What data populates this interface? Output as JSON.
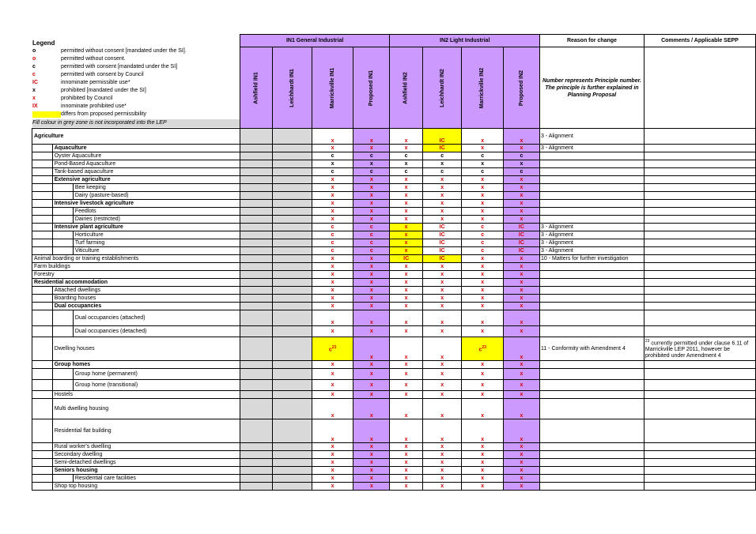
{
  "legend": {
    "title": "Legend",
    "items": [
      {
        "sym": "o",
        "text": "permitted without consent [mandated under the SI].",
        "red": false
      },
      {
        "sym": "o",
        "text": "permitted without consent.",
        "red": true
      },
      {
        "sym": "c",
        "text": "permitted with consent [mandated under the SI]",
        "red": false
      },
      {
        "sym": "c",
        "text": "permitted with consent by Council",
        "red": true
      },
      {
        "sym": "IC",
        "text": "innominate permissible use*",
        "red": true
      },
      {
        "sym": "x",
        "text": "prohibited [mandated under the SI]",
        "red": false
      },
      {
        "sym": "x",
        "text": "prohibited by Council",
        "red": true
      },
      {
        "sym": "IX",
        "text": "innominate prohibited use*",
        "red": true
      },
      {
        "sym": "",
        "text": "differs from proposed permissibility",
        "red": false
      }
    ],
    "note": "Fill colour in grey zone is not incorporated into the LEP"
  },
  "header": {
    "in1": "IN1 General Industrial",
    "in2": "IN2 Light Industrial",
    "reason": "Reason for change",
    "comments": "Comments  / Applicable SEPP",
    "reason_note": "Number represents Principle number. The principle is further explained in Planning Proposal",
    "cols": [
      "Ashfield IN1",
      "Leichhardt IN1",
      "Marrickville IN1",
      "Proposed IN1",
      "Ashfield IN2",
      "Leichhardt IN2",
      "Marrickville IN2",
      "Proposed IN2"
    ]
  },
  "rows": [
    {
      "l1": "Agriculture",
      "b": true,
      "cells": [
        "",
        "",
        "x",
        "x",
        "x",
        "IC",
        "x",
        "x"
      ],
      "hl": [
        5
      ],
      "reason": "3 -  Alignment",
      "comment": "",
      "h": 20
    },
    {
      "l2": "Aquaculture",
      "b": true,
      "cells": [
        "",
        "",
        "x",
        "x",
        "x",
        "IC",
        "x",
        "x"
      ],
      "hl": [
        5
      ],
      "reason": "3 -  Alignment",
      "comment": "",
      "h": 10
    },
    {
      "l2": "Oyster Aquaculture",
      "cells": [
        "",
        "",
        "c",
        "c",
        "c",
        "c",
        "c",
        "c"
      ],
      "blk": true,
      "reason": "",
      "comment": "",
      "h": 10
    },
    {
      "l2": "Pond-Based Aquaculture",
      "cells": [
        "",
        "",
        "x",
        "x",
        "x",
        "x",
        "x",
        "x"
      ],
      "blk": true,
      "reason": "",
      "comment": "",
      "h": 10
    },
    {
      "l2": "Tank-based aquaculture",
      "cells": [
        "",
        "",
        "c",
        "c",
        "c",
        "c",
        "c",
        "c"
      ],
      "blk": true,
      "reason": "",
      "comment": "",
      "h": 10
    },
    {
      "l2": "Extensive agriculture",
      "b": true,
      "cells": [
        "",
        "",
        "x",
        "x",
        "x",
        "x",
        "x",
        "x"
      ],
      "reason": "",
      "comment": "",
      "h": 10
    },
    {
      "l3": "Bee keeping",
      "cells": [
        "",
        "",
        "x",
        "x",
        "x",
        "x",
        "x",
        "x"
      ],
      "reason": "",
      "comment": "",
      "h": 10
    },
    {
      "l3": "Dairy (pasture-based)",
      "cells": [
        "",
        "",
        "x",
        "x",
        "x",
        "x",
        "x",
        "x"
      ],
      "reason": "",
      "comment": "",
      "h": 10
    },
    {
      "l2": "Intensive livestock agriculture",
      "b": true,
      "cells": [
        "",
        "",
        "x",
        "x",
        "x",
        "x",
        "x",
        "x"
      ],
      "reason": "",
      "comment": "",
      "h": 10
    },
    {
      "l3": "Feedlots",
      "cells": [
        "",
        "",
        "x",
        "x",
        "x",
        "x",
        "x",
        "x"
      ],
      "reason": "",
      "comment": "",
      "h": 10
    },
    {
      "l3": "Dairies (restricted)",
      "cells": [
        "",
        "",
        "x",
        "x",
        "x",
        "x",
        "x",
        "x"
      ],
      "reason": "",
      "comment": "",
      "h": 10
    },
    {
      "l2": "Intensive plant agriculture",
      "b": true,
      "cells": [
        "",
        "",
        "c",
        "c",
        "x",
        "IC",
        "c",
        "IC"
      ],
      "hl": [
        4
      ],
      "reason": "3 -  Alignment",
      "comment": "",
      "h": 10
    },
    {
      "l3": "Horticulture",
      "cells": [
        "",
        "",
        "c",
        "c",
        "x",
        "IC",
        "c",
        "IC"
      ],
      "hl": [
        4
      ],
      "reason": "3 -  Alignment",
      "comment": "",
      "h": 10
    },
    {
      "l3": "Turf farming",
      "cells": [
        "",
        "",
        "c",
        "c",
        "x",
        "IC",
        "c",
        "IC"
      ],
      "hl": [
        4
      ],
      "reason": "3 -  Alignment",
      "comment": "",
      "h": 10
    },
    {
      "l3": "Viticulture",
      "cells": [
        "",
        "",
        "c",
        "c",
        "x",
        "IC",
        "c",
        "IC"
      ],
      "hl": [
        4
      ],
      "reason": "3 -  Alignment",
      "comment": "",
      "h": 10
    },
    {
      "l1": "Animal boarding or training establishments",
      "cells": [
        "",
        "",
        "x",
        "x",
        "IC",
        "IC",
        "x",
        "x"
      ],
      "hl": [
        4,
        5
      ],
      "reason": "10 - Matters for further investigation",
      "comment": "",
      "h": 10
    },
    {
      "l1": "Farm buildings",
      "cells": [
        "",
        "",
        "x",
        "x",
        "x",
        "x",
        "x",
        "x"
      ],
      "reason": "",
      "comment": "",
      "h": 10
    },
    {
      "l1": "Forestry",
      "cells": [
        "",
        "",
        "x",
        "x",
        "x",
        "x",
        "x",
        "x"
      ],
      "reason": "",
      "comment": "",
      "h": 10
    },
    {
      "l1": "Residential accommodation",
      "b": true,
      "cells": [
        "",
        "",
        "x",
        "x",
        "x",
        "x",
        "x",
        "x"
      ],
      "reason": "",
      "comment": "",
      "h": 10
    },
    {
      "l2": "Attached dwellings",
      "cells": [
        "",
        "",
        "x",
        "x",
        "x",
        "x",
        "x",
        "x"
      ],
      "reason": "",
      "comment": "",
      "h": 10
    },
    {
      "l2": "Boarding houses",
      "cells": [
        "",
        "",
        "x",
        "x",
        "x",
        "x",
        "x",
        "x"
      ],
      "reason": "",
      "comment": "",
      "h": 10
    },
    {
      "l2": "Dual occupancies",
      "b": true,
      "cells": [
        "",
        "",
        "x",
        "x",
        "x",
        "x",
        "x",
        "x"
      ],
      "reason": "",
      "comment": "",
      "h": 10
    },
    {
      "l3": "Dual occupancies (attached)",
      "cells": [
        "",
        "",
        "x",
        "x",
        "x",
        "x",
        "x",
        "x"
      ],
      "reason": "",
      "comment": "",
      "h": 20
    },
    {
      "l3": "Dual occupancies (detached)",
      "cells": [
        "",
        "",
        "x",
        "x",
        "x",
        "x",
        "x",
        "x"
      ],
      "reason": "",
      "comment": "",
      "h": 14
    },
    {
      "l2": "Dwelling houses",
      "cells": [
        "",
        "",
        "c23",
        "x",
        "x",
        "x",
        "c23",
        "x"
      ],
      "hl": [
        2,
        6
      ],
      "reason": "11  - Conformity with Amendment 4",
      "comment": "23 currently permitted under clause 6.11 of Marrickville LEP 2011, however  be prohibited under Amendment 4",
      "h": 30
    },
    {
      "l2": "Group homes",
      "b": true,
      "cells": [
        "",
        "",
        "x",
        "x",
        "x",
        "x",
        "x",
        "x"
      ],
      "reason": "",
      "comment": "",
      "h": 10
    },
    {
      "l3": "Group home (permanent)",
      "cells": [
        "",
        "",
        "x",
        "x",
        "x",
        "x",
        "x",
        "x"
      ],
      "reason": "",
      "comment": "",
      "h": 14
    },
    {
      "l3": "Group home (transitional)",
      "cells": [
        "",
        "",
        "x",
        "x",
        "x",
        "x",
        "x",
        "x"
      ],
      "reason": "",
      "comment": "",
      "h": 14
    },
    {
      "l2": "Hostels",
      "cells": [
        "",
        "",
        "x",
        "x",
        "x",
        "x",
        "x",
        "x"
      ],
      "reason": "",
      "comment": "",
      "h": 10
    },
    {
      "l2": "Multi dwelling housing",
      "cells": [
        "",
        "",
        "x",
        "x",
        "x",
        "x",
        "x",
        "x"
      ],
      "reason": "",
      "comment": "",
      "h": 26
    },
    {
      "l2": "Residential flat building",
      "cells": [
        "",
        "",
        "x",
        "x",
        "x",
        "x",
        "x",
        "x"
      ],
      "reason": "",
      "comment": "",
      "h": 30
    },
    {
      "l2": "Rural worker's dwelling",
      "cells": [
        "",
        "",
        "x",
        "x",
        "x",
        "x",
        "x",
        "x"
      ],
      "reason": "",
      "comment": "",
      "h": 10
    },
    {
      "l2": "Secondary dwelling",
      "cells": [
        "",
        "",
        "x",
        "x",
        "x",
        "x",
        "x",
        "x"
      ],
      "reason": "",
      "comment": "",
      "h": 10
    },
    {
      "l2": "Semi-detached dwellings",
      "cells": [
        "",
        "",
        "x",
        "x",
        "x",
        "x",
        "x",
        "x"
      ],
      "reason": "",
      "comment": "",
      "h": 10
    },
    {
      "l2": "Seniors housing",
      "b": true,
      "cells": [
        "",
        "",
        "x",
        "x",
        "x",
        "x",
        "x",
        "x"
      ],
      "reason": "",
      "comment": "",
      "h": 10
    },
    {
      "l3": "Residential care facilities",
      "cells": [
        "",
        "",
        "x",
        "x",
        "x",
        "x",
        "x",
        "x"
      ],
      "reason": "",
      "comment": "",
      "h": 10
    },
    {
      "l2": "Shop top housing",
      "cells": [
        "",
        "",
        "x",
        "x",
        "x",
        "x",
        "x",
        "x"
      ],
      "reason": "",
      "comment": "",
      "h": 10
    }
  ]
}
